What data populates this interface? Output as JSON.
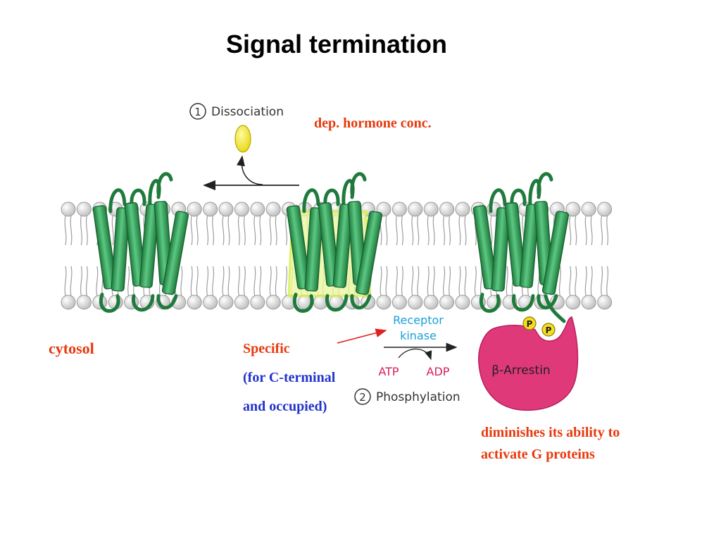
{
  "title": "Signal termination",
  "steps": {
    "dissociation": {
      "number": "1",
      "label": "Dissociation"
    },
    "phosphylation": {
      "number": "2",
      "label": "Phosphylation"
    }
  },
  "enzyme": {
    "line1": "Receptor",
    "line2": "kinase"
  },
  "reaction": {
    "substrate": "ATP",
    "product": "ADP"
  },
  "phosphate_label": "P",
  "arrestin_label": "β-Arrestin",
  "annotations": {
    "hormone": "dep. hormone conc.",
    "cytosol": "cytosol",
    "specific": "Specific",
    "c_terminal": "(for C-terminal",
    "occupied": "and occupied)",
    "effect_line1": "diminishes its ability to",
    "effect_line2": "activate G proteins"
  },
  "colors": {
    "helix": "#2e9e5b",
    "loop": "#1f7a3c",
    "ligand": "#f3e62a",
    "arrestin": "#e0397a",
    "kinase_text": "#1aa0d8",
    "atp_adp": "#d81b60",
    "annotation_red": "#e8390e",
    "annotation_blue": "#2233cc"
  }
}
